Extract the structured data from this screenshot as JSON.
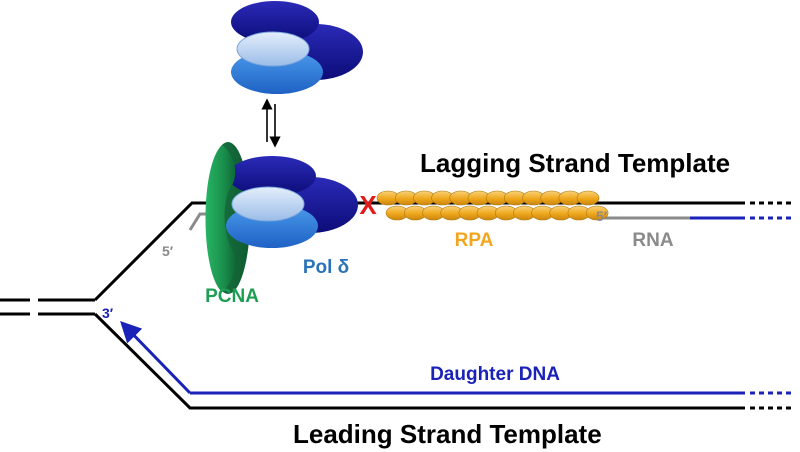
{
  "labels": {
    "lagging_template": "Lagging Strand Template",
    "leading_template": "Leading Strand Template",
    "daughter_dna": "Daughter DNA",
    "rpa": "RPA",
    "rna": "RNA",
    "pol_delta": "Pol δ",
    "pcna": "PCNA",
    "five_prime_a": "5′",
    "five_prime_b": "5′",
    "three_prime": "3′",
    "block_mark": "X"
  },
  "colors": {
    "template_strand": "#000000",
    "daughter_dna": "#1a22b8",
    "rna_primer": "#8a8a8a",
    "rpa": "#f2a51e",
    "pol_delta_text": "#2a73b8",
    "pcna": "#1e9e55",
    "block_mark": "#e01b1b",
    "polymerase_dark": "#14149a",
    "polymerase_mid": "#2a6fd6",
    "polymerase_light": "#bcd4f2"
  },
  "rpa_subunit_count": 12
}
